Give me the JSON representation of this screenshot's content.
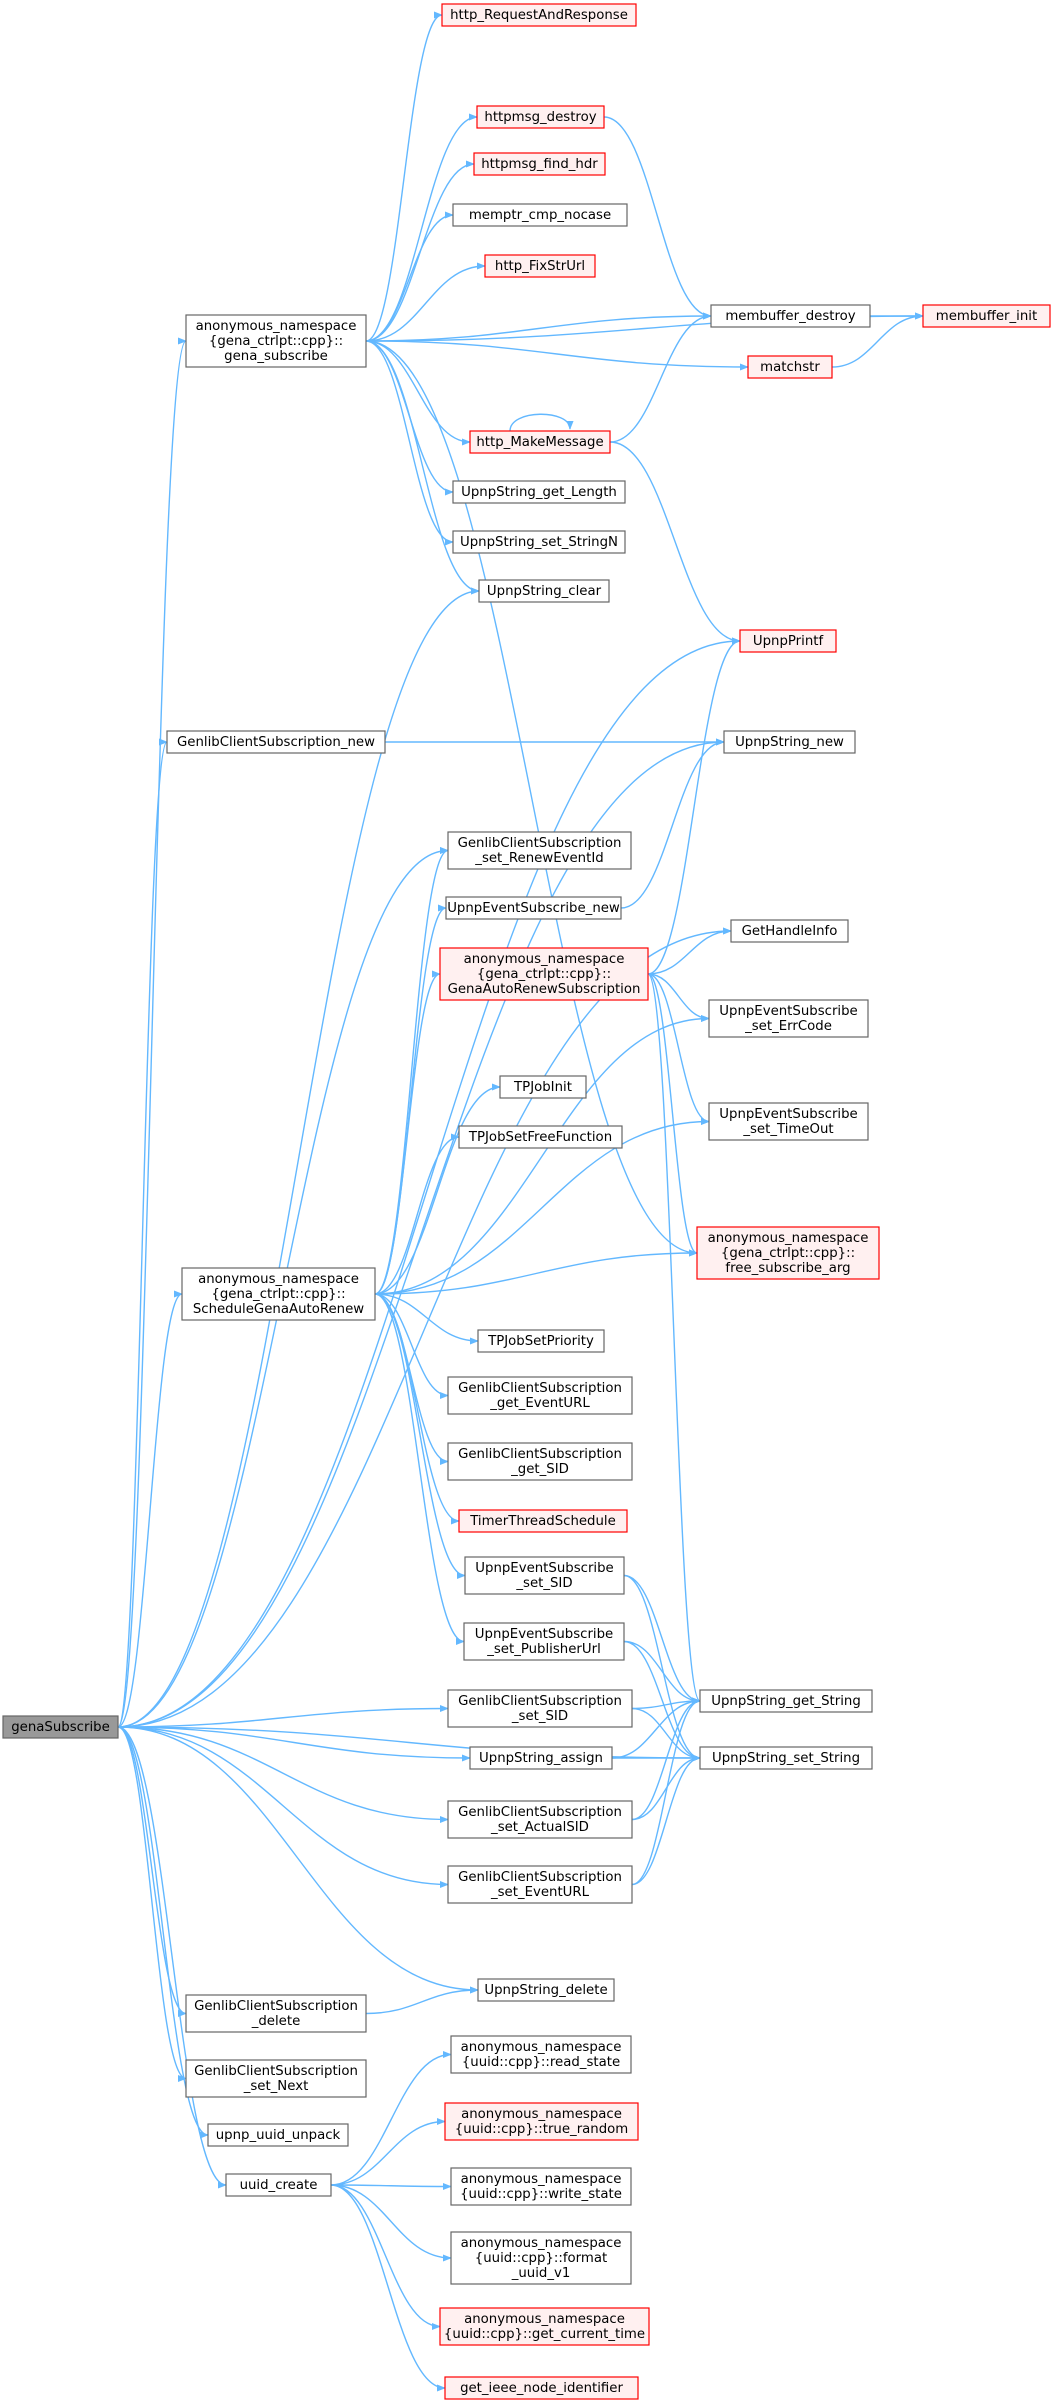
{
  "colors": {
    "edge": "#63b8ff",
    "node_border": "#666666",
    "node_fill": "#ffffff",
    "red_border": "#ff0000",
    "red_fill": "#fff0f0",
    "root_fill": "#999999",
    "root_border": "#666666"
  },
  "nodes": [
    {
      "id": "genaSubscribe",
      "lines": [
        "genaSubscribe"
      ],
      "style": "root"
    },
    {
      "id": "gena_subscribe",
      "lines": [
        "anonymous_namespace",
        "{gena_ctrlpt::cpp}::",
        "gena_subscribe"
      ],
      "style": "normal"
    },
    {
      "id": "http_RequestAndResponse",
      "lines": [
        "http_RequestAndResponse"
      ],
      "style": "red"
    },
    {
      "id": "httpmsg_destroy",
      "lines": [
        "httpmsg_destroy"
      ],
      "style": "red"
    },
    {
      "id": "httpmsg_find_hdr",
      "lines": [
        "httpmsg_find_hdr"
      ],
      "style": "red"
    },
    {
      "id": "memptr_cmp_nocase",
      "lines": [
        "memptr_cmp_nocase"
      ],
      "style": "normal"
    },
    {
      "id": "http_FixStrUrl",
      "lines": [
        "http_FixStrUrl"
      ],
      "style": "red"
    },
    {
      "id": "membuffer_destroy",
      "lines": [
        "membuffer_destroy"
      ],
      "style": "normal"
    },
    {
      "id": "membuffer_init",
      "lines": [
        "membuffer_init"
      ],
      "style": "red"
    },
    {
      "id": "matchstr",
      "lines": [
        "matchstr"
      ],
      "style": "red"
    },
    {
      "id": "http_MakeMessage",
      "lines": [
        "http_MakeMessage"
      ],
      "style": "red"
    },
    {
      "id": "UpnpString_get_Length",
      "lines": [
        "UpnpString_get_Length"
      ],
      "style": "normal"
    },
    {
      "id": "UpnpString_set_StringN",
      "lines": [
        "UpnpString_set_StringN"
      ],
      "style": "normal"
    },
    {
      "id": "UpnpString_clear",
      "lines": [
        "UpnpString_clear"
      ],
      "style": "normal"
    },
    {
      "id": "UpnpPrintf",
      "lines": [
        "UpnpPrintf"
      ],
      "style": "red"
    },
    {
      "id": "GenlibClientSubscription_new",
      "lines": [
        "GenlibClientSubscription_new"
      ],
      "style": "normal"
    },
    {
      "id": "UpnpString_new",
      "lines": [
        "UpnpString_new"
      ],
      "style": "normal"
    },
    {
      "id": "GCS_set_RenewEventId",
      "lines": [
        "GenlibClientSubscription",
        "_set_RenewEventId"
      ],
      "style": "normal"
    },
    {
      "id": "UpnpEventSubscribe_new",
      "lines": [
        "UpnpEventSubscribe_new"
      ],
      "style": "normal"
    },
    {
      "id": "GetHandleInfo",
      "lines": [
        "GetHandleInfo"
      ],
      "style": "normal"
    },
    {
      "id": "GenaAutoRenewSubscription",
      "lines": [
        "anonymous_namespace",
        "{gena_ctrlpt::cpp}::",
        "GenaAutoRenewSubscription"
      ],
      "style": "red"
    },
    {
      "id": "UES_set_ErrCode",
      "lines": [
        "UpnpEventSubscribe",
        "_set_ErrCode"
      ],
      "style": "normal"
    },
    {
      "id": "TPJobInit",
      "lines": [
        "TPJobInit"
      ],
      "style": "normal"
    },
    {
      "id": "UES_set_TimeOut",
      "lines": [
        "UpnpEventSubscribe",
        "_set_TimeOut"
      ],
      "style": "normal"
    },
    {
      "id": "TPJobSetFreeFunction",
      "lines": [
        "TPJobSetFreeFunction"
      ],
      "style": "normal"
    },
    {
      "id": "free_subscribe_arg",
      "lines": [
        "anonymous_namespace",
        "{gena_ctrlpt::cpp}::",
        "free_subscribe_arg"
      ],
      "style": "red"
    },
    {
      "id": "ScheduleGenaAutoRenew",
      "lines": [
        "anonymous_namespace",
        "{gena_ctrlpt::cpp}::",
        "ScheduleGenaAutoRenew"
      ],
      "style": "normal"
    },
    {
      "id": "TPJobSetPriority",
      "lines": [
        "TPJobSetPriority"
      ],
      "style": "normal"
    },
    {
      "id": "GCS_get_EventURL",
      "lines": [
        "GenlibClientSubscription",
        "_get_EventURL"
      ],
      "style": "normal"
    },
    {
      "id": "GCS_get_SID",
      "lines": [
        "GenlibClientSubscription",
        "_get_SID"
      ],
      "style": "normal"
    },
    {
      "id": "TimerThreadSchedule",
      "lines": [
        "TimerThreadSchedule"
      ],
      "style": "red"
    },
    {
      "id": "UES_set_SID",
      "lines": [
        "UpnpEventSubscribe",
        "_set_SID"
      ],
      "style": "normal"
    },
    {
      "id": "UES_set_PublisherUrl",
      "lines": [
        "UpnpEventSubscribe",
        "_set_PublisherUrl"
      ],
      "style": "normal"
    },
    {
      "id": "GCS_set_SID",
      "lines": [
        "GenlibClientSubscription",
        "_set_SID"
      ],
      "style": "normal"
    },
    {
      "id": "UpnpString_get_String",
      "lines": [
        "UpnpString_get_String"
      ],
      "style": "normal"
    },
    {
      "id": "UpnpString_assign",
      "lines": [
        "UpnpString_assign"
      ],
      "style": "normal"
    },
    {
      "id": "UpnpString_set_String",
      "lines": [
        "UpnpString_set_String"
      ],
      "style": "normal"
    },
    {
      "id": "GCS_set_ActualSID",
      "lines": [
        "GenlibClientSubscription",
        "_set_ActualSID"
      ],
      "style": "normal"
    },
    {
      "id": "GCS_set_EventURL",
      "lines": [
        "GenlibClientSubscription",
        "_set_EventURL"
      ],
      "style": "normal"
    },
    {
      "id": "UpnpString_delete",
      "lines": [
        "UpnpString_delete"
      ],
      "style": "normal"
    },
    {
      "id": "GCS_delete",
      "lines": [
        "GenlibClientSubscription",
        "_delete"
      ],
      "style": "normal"
    },
    {
      "id": "GCS_set_Next",
      "lines": [
        "GenlibClientSubscription",
        "_set_Next"
      ],
      "style": "normal"
    },
    {
      "id": "upnp_uuid_unpack",
      "lines": [
        "upnp_uuid_unpack"
      ],
      "style": "normal"
    },
    {
      "id": "read_state",
      "lines": [
        "anonymous_namespace",
        "{uuid::cpp}::read_state"
      ],
      "style": "normal"
    },
    {
      "id": "true_random",
      "lines": [
        "anonymous_namespace",
        "{uuid::cpp}::true_random"
      ],
      "style": "red"
    },
    {
      "id": "uuid_create",
      "lines": [
        "uuid_create"
      ],
      "style": "normal"
    },
    {
      "id": "write_state",
      "lines": [
        "anonymous_namespace",
        "{uuid::cpp}::write_state"
      ],
      "style": "normal"
    },
    {
      "id": "format_uuid_v1",
      "lines": [
        "anonymous_namespace",
        "{uuid::cpp}::format",
        "_uuid_v1"
      ],
      "style": "normal"
    },
    {
      "id": "get_current_time",
      "lines": [
        "anonymous_namespace",
        "{uuid::cpp}::get_current_time"
      ],
      "style": "red"
    },
    {
      "id": "get_ieee_node_identifier",
      "lines": [
        "get_ieee_node_identifier"
      ],
      "style": "red"
    }
  ],
  "edges": [
    [
      "genaSubscribe",
      "gena_subscribe"
    ],
    [
      "genaSubscribe",
      "UpnpString_clear"
    ],
    [
      "genaSubscribe",
      "UpnpPrintf"
    ],
    [
      "genaSubscribe",
      "GenlibClientSubscription_new"
    ],
    [
      "genaSubscribe",
      "UpnpString_new"
    ],
    [
      "genaSubscribe",
      "GCS_set_RenewEventId"
    ],
    [
      "genaSubscribe",
      "GetHandleInfo"
    ],
    [
      "genaSubscribe",
      "ScheduleGenaAutoRenew"
    ],
    [
      "genaSubscribe",
      "GCS_set_SID"
    ],
    [
      "genaSubscribe",
      "UpnpString_assign"
    ],
    [
      "genaSubscribe",
      "GCS_set_ActualSID"
    ],
    [
      "genaSubscribe",
      "GCS_set_EventURL"
    ],
    [
      "genaSubscribe",
      "UpnpString_set_String"
    ],
    [
      "genaSubscribe",
      "UpnpString_delete"
    ],
    [
      "genaSubscribe",
      "GCS_delete"
    ],
    [
      "genaSubscribe",
      "GCS_set_Next"
    ],
    [
      "genaSubscribe",
      "upnp_uuid_unpack"
    ],
    [
      "genaSubscribe",
      "uuid_create"
    ],
    [
      "gena_subscribe",
      "http_RequestAndResponse"
    ],
    [
      "gena_subscribe",
      "httpmsg_destroy"
    ],
    [
      "gena_subscribe",
      "httpmsg_find_hdr"
    ],
    [
      "gena_subscribe",
      "memptr_cmp_nocase"
    ],
    [
      "gena_subscribe",
      "http_FixStrUrl"
    ],
    [
      "gena_subscribe",
      "membuffer_destroy"
    ],
    [
      "gena_subscribe",
      "membuffer_init"
    ],
    [
      "gena_subscribe",
      "matchstr"
    ],
    [
      "gena_subscribe",
      "http_MakeMessage"
    ],
    [
      "gena_subscribe",
      "UpnpString_get_Length"
    ],
    [
      "gena_subscribe",
      "UpnpString_set_StringN"
    ],
    [
      "gena_subscribe",
      "UpnpString_clear"
    ],
    [
      "gena_subscribe",
      "free_subscribe_arg"
    ],
    [
      "httpmsg_destroy",
      "membuffer_destroy"
    ],
    [
      "membuffer_destroy",
      "membuffer_init"
    ],
    [
      "matchstr",
      "membuffer_init"
    ],
    [
      "http_MakeMessage",
      "http_MakeMessage"
    ],
    [
      "http_MakeMessage",
      "membuffer_destroy"
    ],
    [
      "http_MakeMessage",
      "UpnpPrintf"
    ],
    [
      "GenlibClientSubscription_new",
      "UpnpString_new"
    ],
    [
      "UpnpEventSubscribe_new",
      "UpnpString_new"
    ],
    [
      "GenaAutoRenewSubscription",
      "UpnpPrintf"
    ],
    [
      "GenaAutoRenewSubscription",
      "GetHandleInfo"
    ],
    [
      "GenaAutoRenewSubscription",
      "UES_set_ErrCode"
    ],
    [
      "GenaAutoRenewSubscription",
      "UES_set_TimeOut"
    ],
    [
      "GenaAutoRenewSubscription",
      "free_subscribe_arg"
    ],
    [
      "GenaAutoRenewSubscription",
      "UpnpString_get_String"
    ],
    [
      "ScheduleGenaAutoRenew",
      "GCS_set_RenewEventId"
    ],
    [
      "ScheduleGenaAutoRenew",
      "UpnpEventSubscribe_new"
    ],
    [
      "ScheduleGenaAutoRenew",
      "GenaAutoRenewSubscription"
    ],
    [
      "ScheduleGenaAutoRenew",
      "TPJobInit"
    ],
    [
      "ScheduleGenaAutoRenew",
      "TPJobSetFreeFunction"
    ],
    [
      "ScheduleGenaAutoRenew",
      "UES_set_ErrCode"
    ],
    [
      "ScheduleGenaAutoRenew",
      "UES_set_TimeOut"
    ],
    [
      "ScheduleGenaAutoRenew",
      "free_subscribe_arg"
    ],
    [
      "ScheduleGenaAutoRenew",
      "TPJobSetPriority"
    ],
    [
      "ScheduleGenaAutoRenew",
      "GCS_get_EventURL"
    ],
    [
      "ScheduleGenaAutoRenew",
      "GCS_get_SID"
    ],
    [
      "ScheduleGenaAutoRenew",
      "TimerThreadSchedule"
    ],
    [
      "ScheduleGenaAutoRenew",
      "UES_set_SID"
    ],
    [
      "ScheduleGenaAutoRenew",
      "UES_set_PublisherUrl"
    ],
    [
      "UES_set_SID",
      "UpnpString_get_String"
    ],
    [
      "UES_set_SID",
      "UpnpString_set_String"
    ],
    [
      "UES_set_PublisherUrl",
      "UpnpString_get_String"
    ],
    [
      "UES_set_PublisherUrl",
      "UpnpString_set_String"
    ],
    [
      "GCS_set_SID",
      "UpnpString_get_String"
    ],
    [
      "GCS_set_SID",
      "UpnpString_set_String"
    ],
    [
      "UpnpString_assign",
      "UpnpString_get_String"
    ],
    [
      "UpnpString_assign",
      "UpnpString_set_String"
    ],
    [
      "GCS_set_ActualSID",
      "UpnpString_get_String"
    ],
    [
      "GCS_set_ActualSID",
      "UpnpString_set_String"
    ],
    [
      "GCS_set_EventURL",
      "UpnpString_get_String"
    ],
    [
      "GCS_set_EventURL",
      "UpnpString_set_String"
    ],
    [
      "GCS_delete",
      "UpnpString_delete"
    ],
    [
      "uuid_create",
      "read_state"
    ],
    [
      "uuid_create",
      "true_random"
    ],
    [
      "uuid_create",
      "write_state"
    ],
    [
      "uuid_create",
      "format_uuid_v1"
    ],
    [
      "uuid_create",
      "get_current_time"
    ],
    [
      "uuid_create",
      "get_ieee_node_identifier"
    ]
  ]
}
